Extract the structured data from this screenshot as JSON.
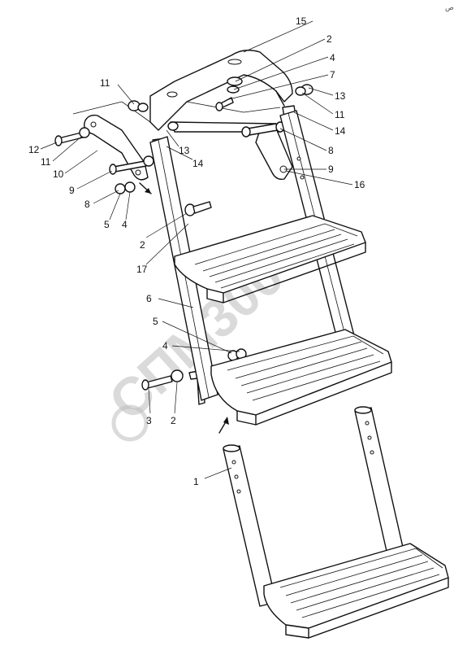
{
  "corner_mark": "ص",
  "watermark": "СПМ300",
  "callouts": [
    {
      "label": "15"
    },
    {
      "label": "2"
    },
    {
      "label": "4"
    },
    {
      "label": "7"
    },
    {
      "label": "13"
    },
    {
      "label": "11"
    },
    {
      "label": "14"
    },
    {
      "label": "8"
    },
    {
      "label": "9"
    },
    {
      "label": "16"
    },
    {
      "label": "11"
    },
    {
      "label": "13"
    },
    {
      "label": "14"
    },
    {
      "label": "12"
    },
    {
      "label": "11"
    },
    {
      "label": "10"
    },
    {
      "label": "9"
    },
    {
      "label": "8"
    },
    {
      "label": "5"
    },
    {
      "label": "4"
    },
    {
      "label": "2"
    },
    {
      "label": "17"
    },
    {
      "label": "6"
    },
    {
      "label": "5"
    },
    {
      "label": "4"
    },
    {
      "label": "3"
    },
    {
      "label": "2"
    },
    {
      "label": "1"
    }
  ]
}
